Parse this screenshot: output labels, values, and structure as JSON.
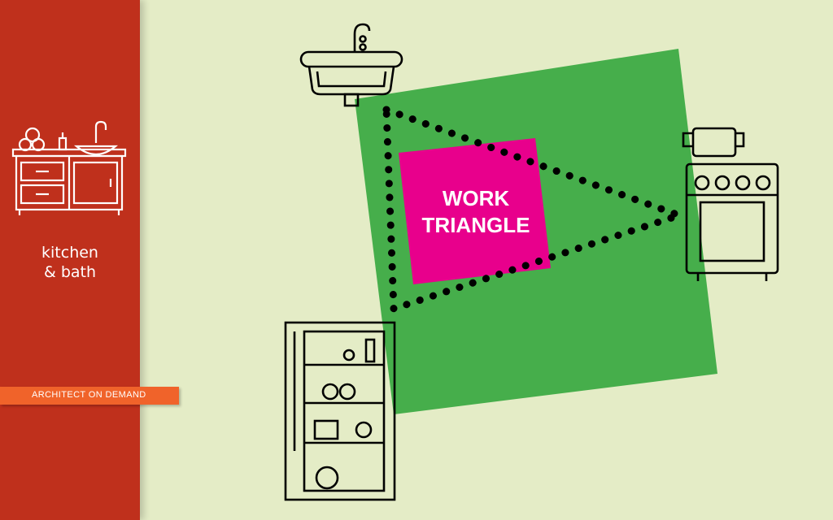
{
  "sidebar": {
    "category_line1": "kitchen",
    "category_line2": "& bath",
    "badge_label": "ARCHITECT ON DEMAND",
    "background_color": "#bf301c",
    "badge_color": "#f0632a"
  },
  "diagram": {
    "title_line1": "WORK",
    "title_line2": "TRIANGLE",
    "zone_color": "#46ae4b",
    "highlight_color": "#e8008c",
    "background_color": "#e4ecc6"
  },
  "icons": [
    "kitchen-cabinet-icon",
    "sink-icon",
    "stove-icon",
    "refrigerator-icon"
  ]
}
